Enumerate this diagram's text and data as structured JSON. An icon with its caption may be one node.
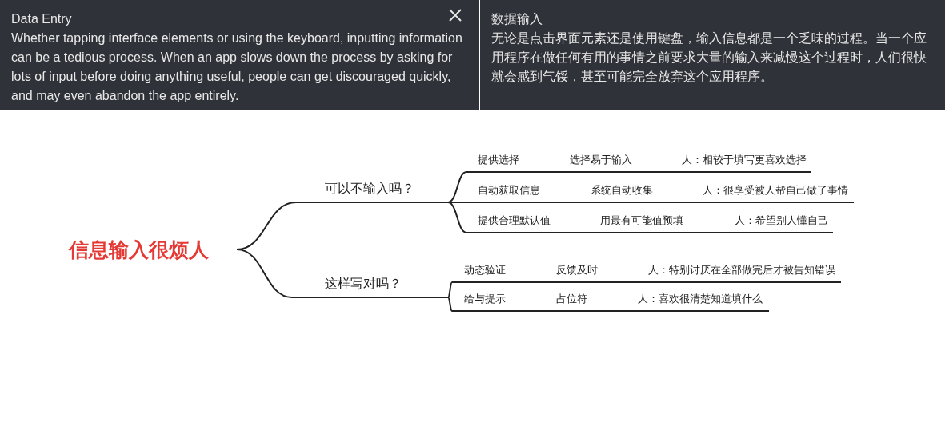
{
  "diagram": {
    "nodes": [
      {
        "text": [
          "Data Entry",
          "Whether tapping interface elements or using the keyboard, inputting information can be a tedious process. When an app slows down the process by asking for lots of input before doing anything useful, people can get discouraged quickly, and may even abandon the app entirely."
        ]
      },
      {
        "text": [
          "数据输入",
          "无论是点击界面元素还是使用键盘，输入信息都是一个乏味的过程。当一个应用程序在做任何有用的事情之前要求大量的输入来减慢这个过程时，人们很快就会感到气馁，甚至可能完全放弃这个应用程序。"
        ]
      },
      {
        "text": [
          "信息输入很烦人"
        ]
      },
      {
        "text": [
          "可以不输入吗？"
        ]
      },
      {
        "text": [
          "提供选择",
          "选择易于输入",
          "人：相较于填写更喜欢选择"
        ]
      },
      {
        "text": [
          "自动获取信息",
          "系统自动收集",
          "人：很享受被人帮自己做了事情"
        ]
      },
      {
        "text": [
          "提供合理默认值",
          "用最有可能值预填",
          "人：希望别人懂自己"
        ]
      },
      {
        "text": [
          "这样写对吗？"
        ]
      },
      {
        "text": [
          "动态验证",
          "反馈及时",
          "人：特别讨厌在全部做完后才被告知错误"
        ]
      },
      {
        "text": [
          "给与提示",
          "占位符",
          "人：喜欢很清楚知道填什么"
        ]
      }
    ],
    "edges": [
      {
        "from": 2,
        "to": 3,
        "arrow": "none"
      },
      {
        "from": 2,
        "to": 7,
        "arrow": "none"
      },
      {
        "from": 3,
        "to": 4,
        "arrow": "none"
      },
      {
        "from": 3,
        "to": 5,
        "arrow": "none"
      },
      {
        "from": 3,
        "to": 6,
        "arrow": "none"
      },
      {
        "from": 7,
        "to": 8,
        "arrow": "none"
      },
      {
        "from": 7,
        "to": 9,
        "arrow": "none"
      }
    ]
  }
}
